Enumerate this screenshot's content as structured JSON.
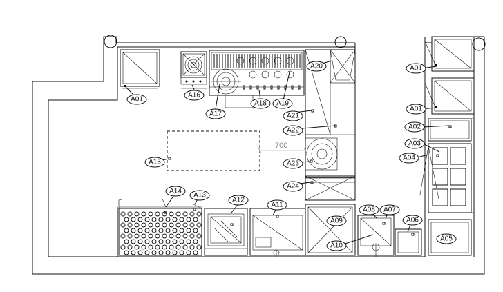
{
  "dimension": {
    "value": "700"
  },
  "tags": [
    {
      "id": "A01"
    },
    {
      "id": "A01"
    },
    {
      "id": "A01"
    },
    {
      "id": "A02"
    },
    {
      "id": "A03"
    },
    {
      "id": "A04"
    },
    {
      "id": "A05"
    },
    {
      "id": "A06"
    },
    {
      "id": "A07"
    },
    {
      "id": "A08"
    },
    {
      "id": "A09"
    },
    {
      "id": "A10"
    },
    {
      "id": "A11"
    },
    {
      "id": "A12"
    },
    {
      "id": "A13"
    },
    {
      "id": "A14"
    },
    {
      "id": "A15"
    },
    {
      "id": "A16"
    },
    {
      "id": "A17"
    },
    {
      "id": "A18"
    },
    {
      "id": "A19"
    },
    {
      "id": "A20"
    },
    {
      "id": "A21"
    },
    {
      "id": "A22"
    },
    {
      "id": "A23"
    },
    {
      "id": "A24"
    }
  ]
}
